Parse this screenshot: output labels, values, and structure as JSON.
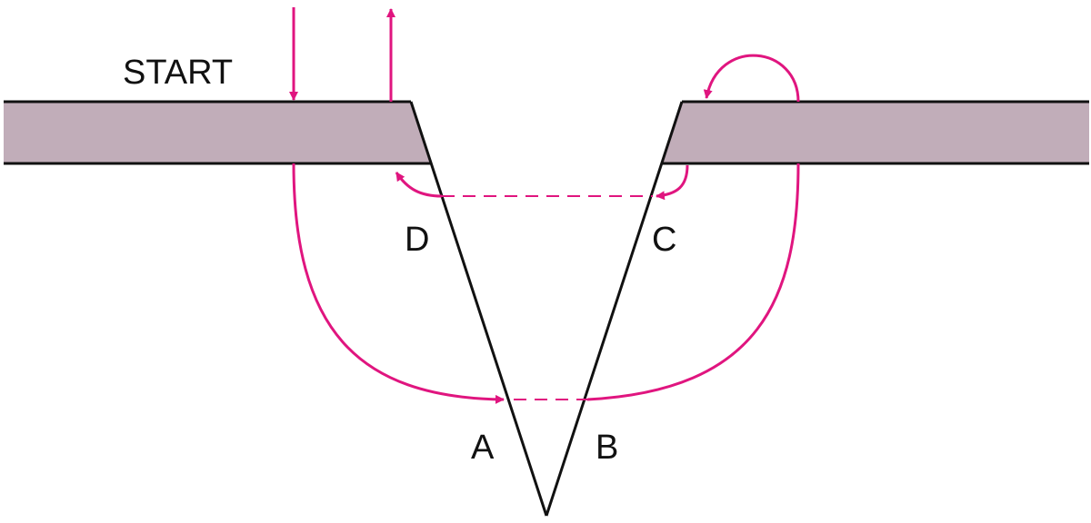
{
  "labels": {
    "start": "START",
    "point_a": "A",
    "point_b": "B",
    "point_c": "C",
    "point_d": "D"
  },
  "colors": {
    "slab_fill": "#C1ADB9",
    "outline": "#111111",
    "path": "#E0157F"
  }
}
